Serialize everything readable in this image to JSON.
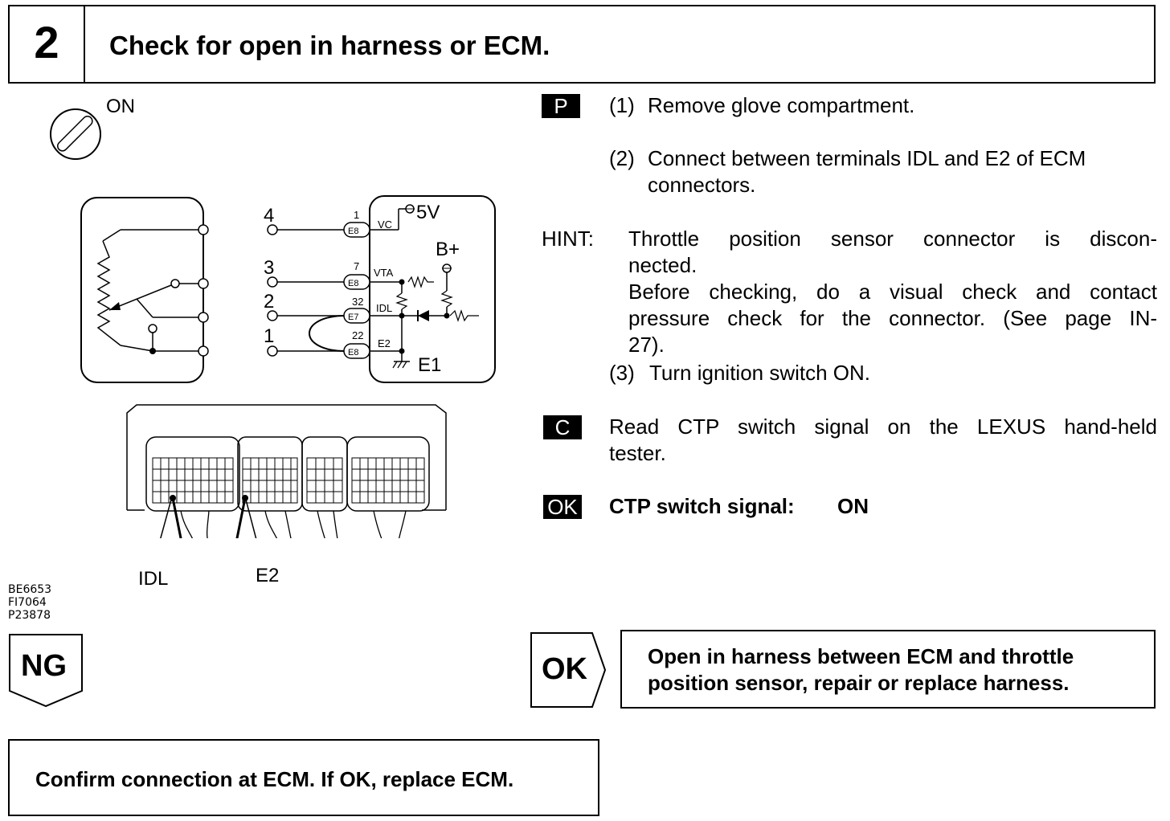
{
  "header": {
    "step_number": "2",
    "title": "Check for open in harness or ECM."
  },
  "diagram": {
    "ignition_label": "ON",
    "pins": [
      "4",
      "3",
      "2",
      "1"
    ],
    "connector_terminals": [
      {
        "num": "1",
        "conn": "E8",
        "name": "VC"
      },
      {
        "num": "7",
        "conn": "E8",
        "name": "VTA"
      },
      {
        "num": "32",
        "conn": "E7",
        "name": "IDL"
      },
      {
        "num": "22",
        "conn": "E8",
        "name": "E2"
      }
    ],
    "voltage_5v": "5V",
    "b_plus": "B+",
    "ground_e1": "E1",
    "ecm_label_idl": "IDL",
    "ecm_label_e2": "E2",
    "codes": [
      "BE6653",
      "FI7064",
      "P23878"
    ]
  },
  "instructions": {
    "badge_p": "P",
    "step1": {
      "num": "(1)",
      "text": "Remove glove compartment."
    },
    "step2": {
      "num": "(2)",
      "line1": "Connect between terminals IDL and E2 of ECM",
      "line2": "connectors."
    },
    "hint_label": "HINT:",
    "hint_lines": [
      "Throttle position sensor connector is discon-",
      "nected.",
      "Before checking, do a visual check and contact",
      "pressure check for the connector. (See page IN-",
      "27)."
    ],
    "step3": {
      "num": "(3)",
      "text": "Turn ignition switch ON."
    },
    "badge_c": "C",
    "check_line1": "Read CTP switch signal on the LEXUS hand-held",
    "check_line2": "tester.",
    "badge_ok": "OK",
    "ok_label": "CTP switch signal:",
    "ok_value": "ON"
  },
  "results": {
    "ng_label": "NG",
    "ok_label": "OK",
    "ok_result_line1": "Open in harness between ECM and throttle",
    "ok_result_line2": "position sensor, repair or replace harness.",
    "ng_result": "Confirm connection at ECM. If OK, replace ECM."
  }
}
